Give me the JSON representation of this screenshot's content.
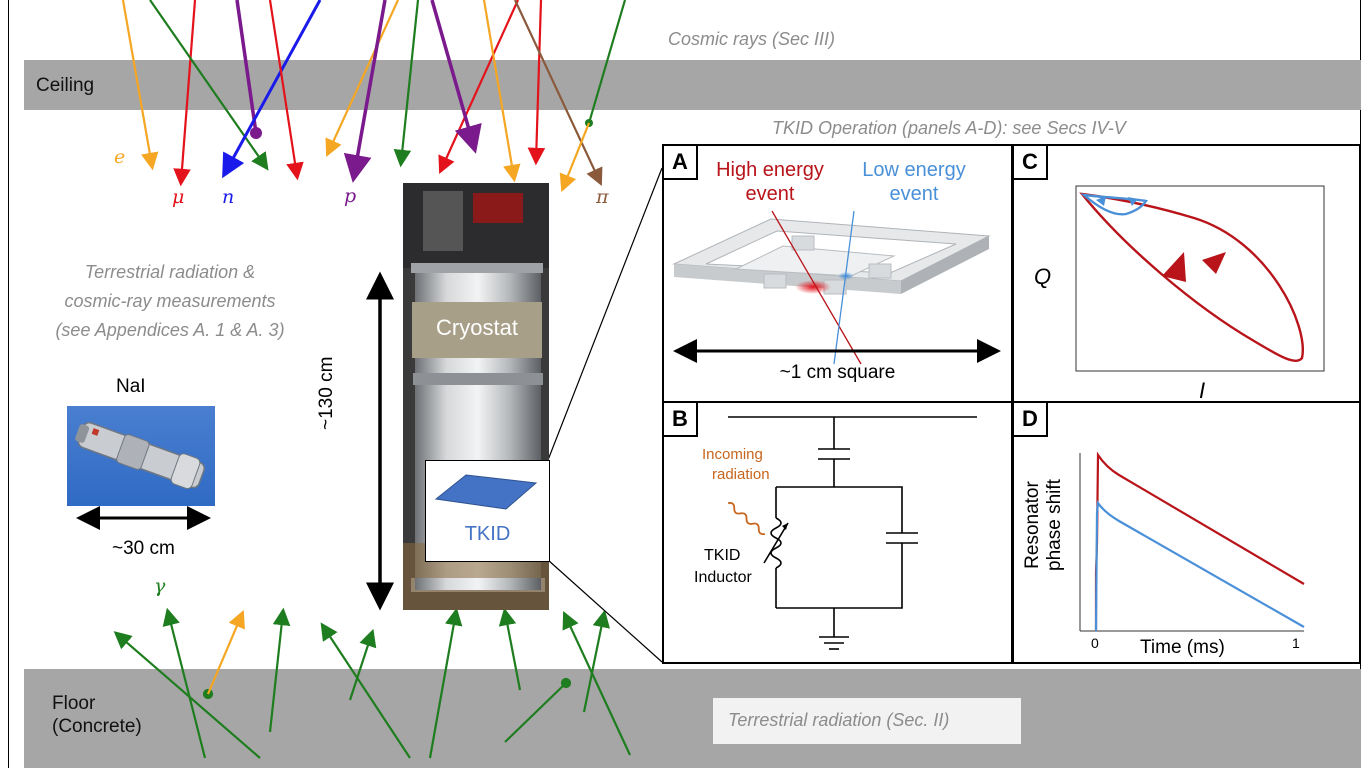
{
  "colors": {
    "electron": "#f5a623",
    "muon": "#e3121b",
    "neutron": "#1a1aeb",
    "proton": "#7a1a8c",
    "gamma": "#1e7d1e",
    "pion": "#8b5a3c",
    "band": "#a6a6a6",
    "high_energy": "#b8141a",
    "low_energy": "#4a90d9",
    "radiation_label": "#c8651e"
  },
  "header": {
    "cosmic_rays_label": "Cosmic rays (Sec III)",
    "ceiling_label": "Ceiling",
    "tkid_operation_label": "TKID Operation (panels A-D): see Secs IV-V"
  },
  "particles": {
    "electron": "e",
    "muon": "μ",
    "neutron": "n",
    "proton": "p",
    "pion": "π",
    "gamma": "γ"
  },
  "left": {
    "measurement_line1": "Terrestrial radiation &",
    "measurement_line2": "cosmic-ray measurements",
    "measurement_line3": "(see Appendices A. 1 & A. 3)",
    "detector_name": "NaI",
    "detector_size": "~30 cm"
  },
  "center": {
    "height_label": "~130 cm",
    "cryostat_label": "Cryostat",
    "tkid_label": "TKID"
  },
  "panel_a": {
    "letter": "A",
    "high_line1": "High energy",
    "high_line2": "event",
    "low_line1": "Low energy",
    "low_line2": "event",
    "scale_label": "~1 cm square"
  },
  "panel_b": {
    "letter": "B",
    "incoming_line1": "Incoming",
    "incoming_line2": "radiation",
    "inductor_line1": "TKID",
    "inductor_line2": "Inductor"
  },
  "panel_c": {
    "letter": "C",
    "q_axis": "Q",
    "i_axis": "I"
  },
  "panel_d": {
    "letter": "D",
    "ylabel_line1": "Resonator",
    "ylabel_line2": "phase shift",
    "xlabel": "Time (ms)",
    "x_tick_0": "0",
    "x_tick_1": "1"
  },
  "floor": {
    "floor_line1": "Floor",
    "floor_line2": "(Concrete)",
    "terrestrial_label": "Terrestrial radiation (Sec. II)"
  }
}
